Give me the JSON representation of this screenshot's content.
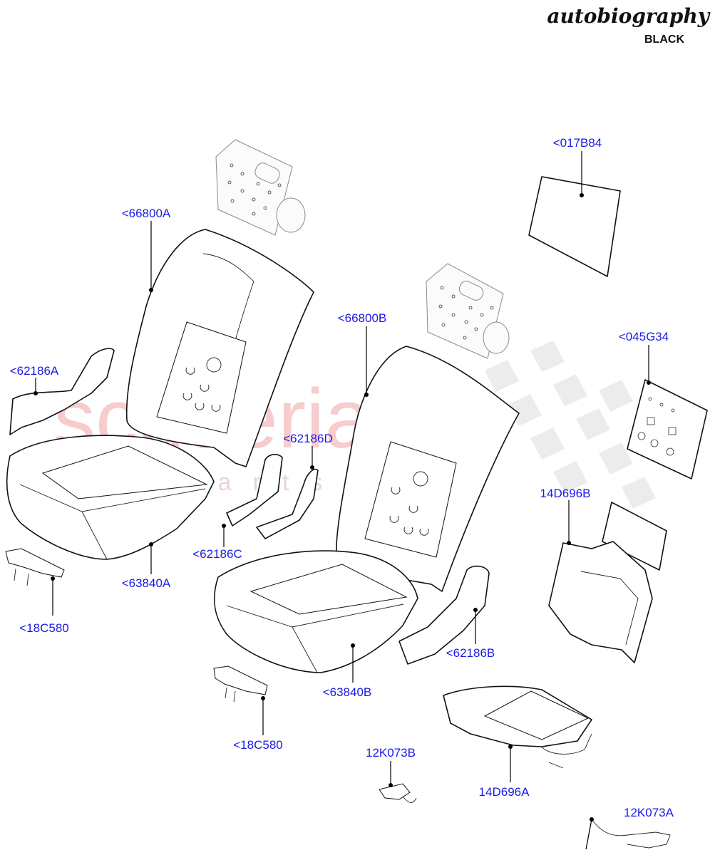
{
  "header": {
    "brand": "autobiography",
    "variant": "BLACK"
  },
  "watermark": {
    "main": "scuderia",
    "sub": "car parts"
  },
  "callouts": [
    {
      "id": "017B84",
      "text": "<017B84"
    },
    {
      "id": "66800A",
      "text": "<66800A"
    },
    {
      "id": "66800B",
      "text": "<66800B"
    },
    {
      "id": "045G34",
      "text": "<045G34"
    },
    {
      "id": "62186A",
      "text": "<62186A"
    },
    {
      "id": "62186D",
      "text": "<62186D"
    },
    {
      "id": "62186C",
      "text": "<62186C"
    },
    {
      "id": "14D696B",
      "text": "14D696B"
    },
    {
      "id": "63840A",
      "text": "<63840A"
    },
    {
      "id": "18C580-left",
      "text": "<18C580"
    },
    {
      "id": "62186B",
      "text": "<62186B"
    },
    {
      "id": "63840B",
      "text": "<63840B"
    },
    {
      "id": "18C580-center",
      "text": "<18C580"
    },
    {
      "id": "12K073B",
      "text": "12K073B"
    },
    {
      "id": "14D696A",
      "text": "14D696A"
    },
    {
      "id": "12K073A",
      "text": "12K073A"
    }
  ],
  "colors": {
    "callout_text": "#1a1ae6",
    "line_art": "#111111",
    "watermark": "#f3b7b7"
  }
}
